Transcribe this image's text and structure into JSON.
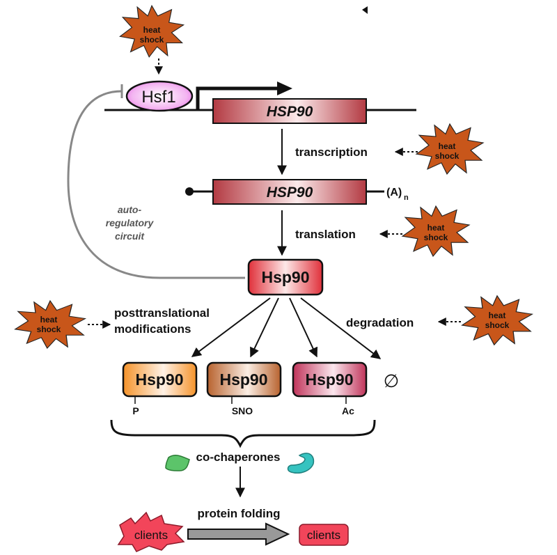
{
  "burst_label_line1": "heat",
  "burst_label_line2": "shock",
  "hsf1_label": "Hsf1",
  "gene_label": "HSP90",
  "mrna_label": "HSP90",
  "polya_label": "(A)",
  "polya_subscript": "n",
  "transcription_label": "transcription",
  "translation_label": "translation",
  "autoreg_line1": "auto-",
  "autoreg_line2": "regulatory",
  "autoreg_line3": "circuit",
  "protein_label": "Hsp90",
  "ptm_line1": "posttranslational",
  "ptm_line2": "modifications",
  "degradation_label": "degradation",
  "variants": [
    {
      "label": "Hsp90",
      "mod": "P",
      "color": "#f5932a"
    },
    {
      "label": "Hsp90",
      "mod": "SNO",
      "color": "#b8632f"
    },
    {
      "label": "Hsp90",
      "mod": "Ac",
      "color": "#c0345a"
    }
  ],
  "empty_set_symbol": "∅",
  "cochaperones_label": "co-chaperones",
  "folding_label": "protein folding",
  "clients_unfolded_label": "clients",
  "clients_folded_label": "clients",
  "colors": {
    "burst": "#c8561a",
    "hsf1": "#e766e6",
    "gene_dark": "#b33a42",
    "protein_dark": "#e0303a",
    "client": "#f2455a",
    "cochaperone_green": "#5cc46a",
    "cochaperone_teal": "#36c3c0",
    "autoreg_line": "#888888"
  }
}
